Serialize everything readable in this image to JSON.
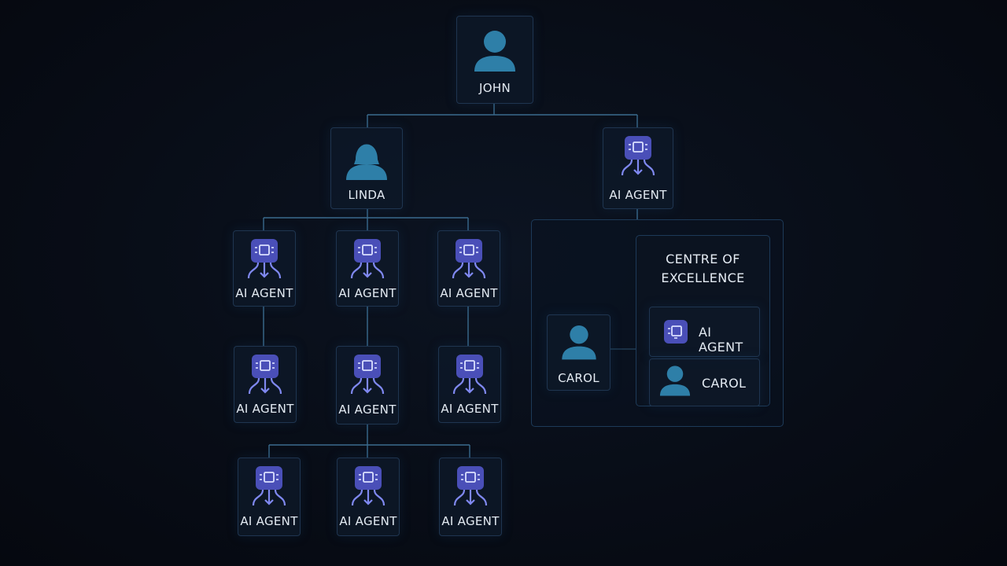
{
  "org": {
    "root": {
      "label": "JOHN",
      "icon": "person-icon"
    },
    "linda": {
      "label": "LINDA",
      "icon": "woman-icon"
    },
    "top_agent": {
      "label": "AI AGENT",
      "icon": "ai-agent-icon"
    },
    "row1": [
      {
        "label": "AI AGENT",
        "icon": "ai-agent-icon"
      },
      {
        "label": "AI AGENT",
        "icon": "ai-agent-icon"
      },
      {
        "label": "AI AGENT",
        "icon": "ai-agent-icon"
      }
    ],
    "row2": [
      {
        "label": "AI AGENT",
        "icon": "ai-agent-icon"
      },
      {
        "label": "AI AGENT",
        "icon": "ai-agent-icon"
      },
      {
        "label": "AI AGENT",
        "icon": "ai-agent-icon"
      }
    ],
    "row3": [
      {
        "label": "AI AGENT",
        "icon": "ai-agent-icon"
      },
      {
        "label": "AI AGENT",
        "icon": "ai-agent-icon"
      },
      {
        "label": "AI AGENT",
        "icon": "ai-agent-icon"
      }
    ],
    "carol": {
      "label": "CAROL",
      "icon": "person-icon"
    }
  },
  "coe": {
    "title_line1": "CENTRE OF",
    "title_line2": "EXCELLENCE",
    "items": [
      {
        "label": "AI AGENT",
        "icon": "ai-agent-icon"
      },
      {
        "label": "CAROL",
        "icon": "person-icon"
      }
    ]
  },
  "colors": {
    "background": "#080d17",
    "node_border": "#1f3550",
    "connector": "#3a6b8e",
    "person_icon": "#2e7fa8",
    "agent_icon_bg": "#4a4fb8",
    "agent_icon_line": "#7f88f0"
  }
}
